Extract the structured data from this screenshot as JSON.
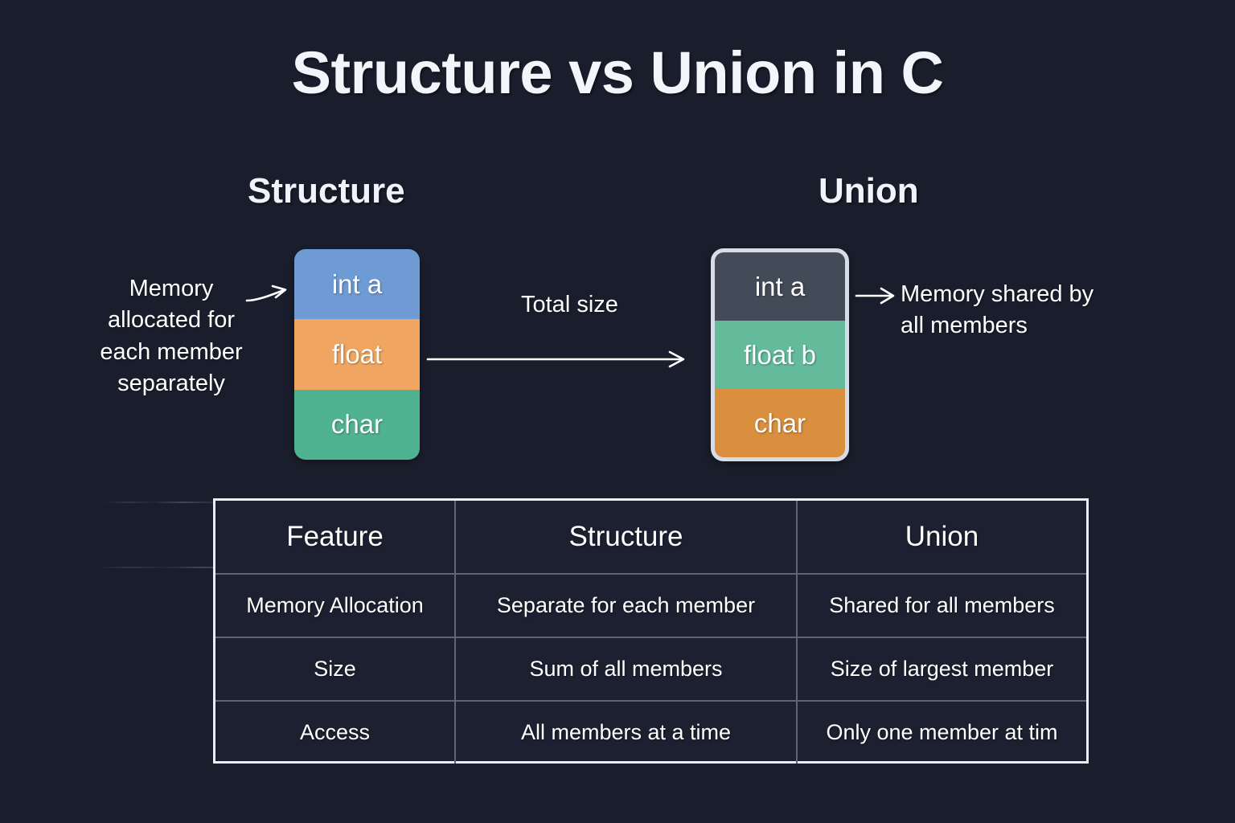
{
  "title": "Structure vs Union in C",
  "headings": {
    "structure": "Structure",
    "union": "Union"
  },
  "colors": {
    "background": "#1a1e2c",
    "title_text": "#f3f5fb",
    "struct_int": "#6f9bd4",
    "struct_float": "#f0a560",
    "struct_char": "#4fb391",
    "union_border": "#d7dde8",
    "union_int": "#424b57",
    "union_float": "#63bb9c",
    "union_char": "#d98f3d",
    "table_border": "#e9edf5",
    "table_divider": "#5d6575",
    "table_fill": "#1c2030"
  },
  "structure_block": {
    "segments": [
      {
        "label": "int a",
        "color": "#6f9bd4"
      },
      {
        "label": "float",
        "color": "#f0a560"
      },
      {
        "label": "char",
        "color": "#4fb391"
      }
    ]
  },
  "union_block": {
    "segments": [
      {
        "label": "int a",
        "color": "#424b57"
      },
      {
        "label": "float b",
        "color": "#63bb9c"
      },
      {
        "label": "char",
        "color": "#d98f3d"
      }
    ]
  },
  "annotations": {
    "left": "Memory allocated for each member separately",
    "right": "Memory shared by all members",
    "middle": "Total size"
  },
  "icons": {
    "arrow_left": "arrow-right-icon",
    "arrow_right": "arrow-right-icon",
    "arrow_total": "long-arrow-right-icon"
  },
  "table": {
    "headers": [
      "Feature",
      "Structure",
      "Union"
    ],
    "rows": [
      [
        "Memory Allocation",
        "Separate for each member",
        "Shared for all members"
      ],
      [
        "Size",
        "Sum of all members",
        "Size of largest member"
      ],
      [
        "Access",
        "All members at a time",
        "Only one member at tim"
      ]
    ]
  }
}
